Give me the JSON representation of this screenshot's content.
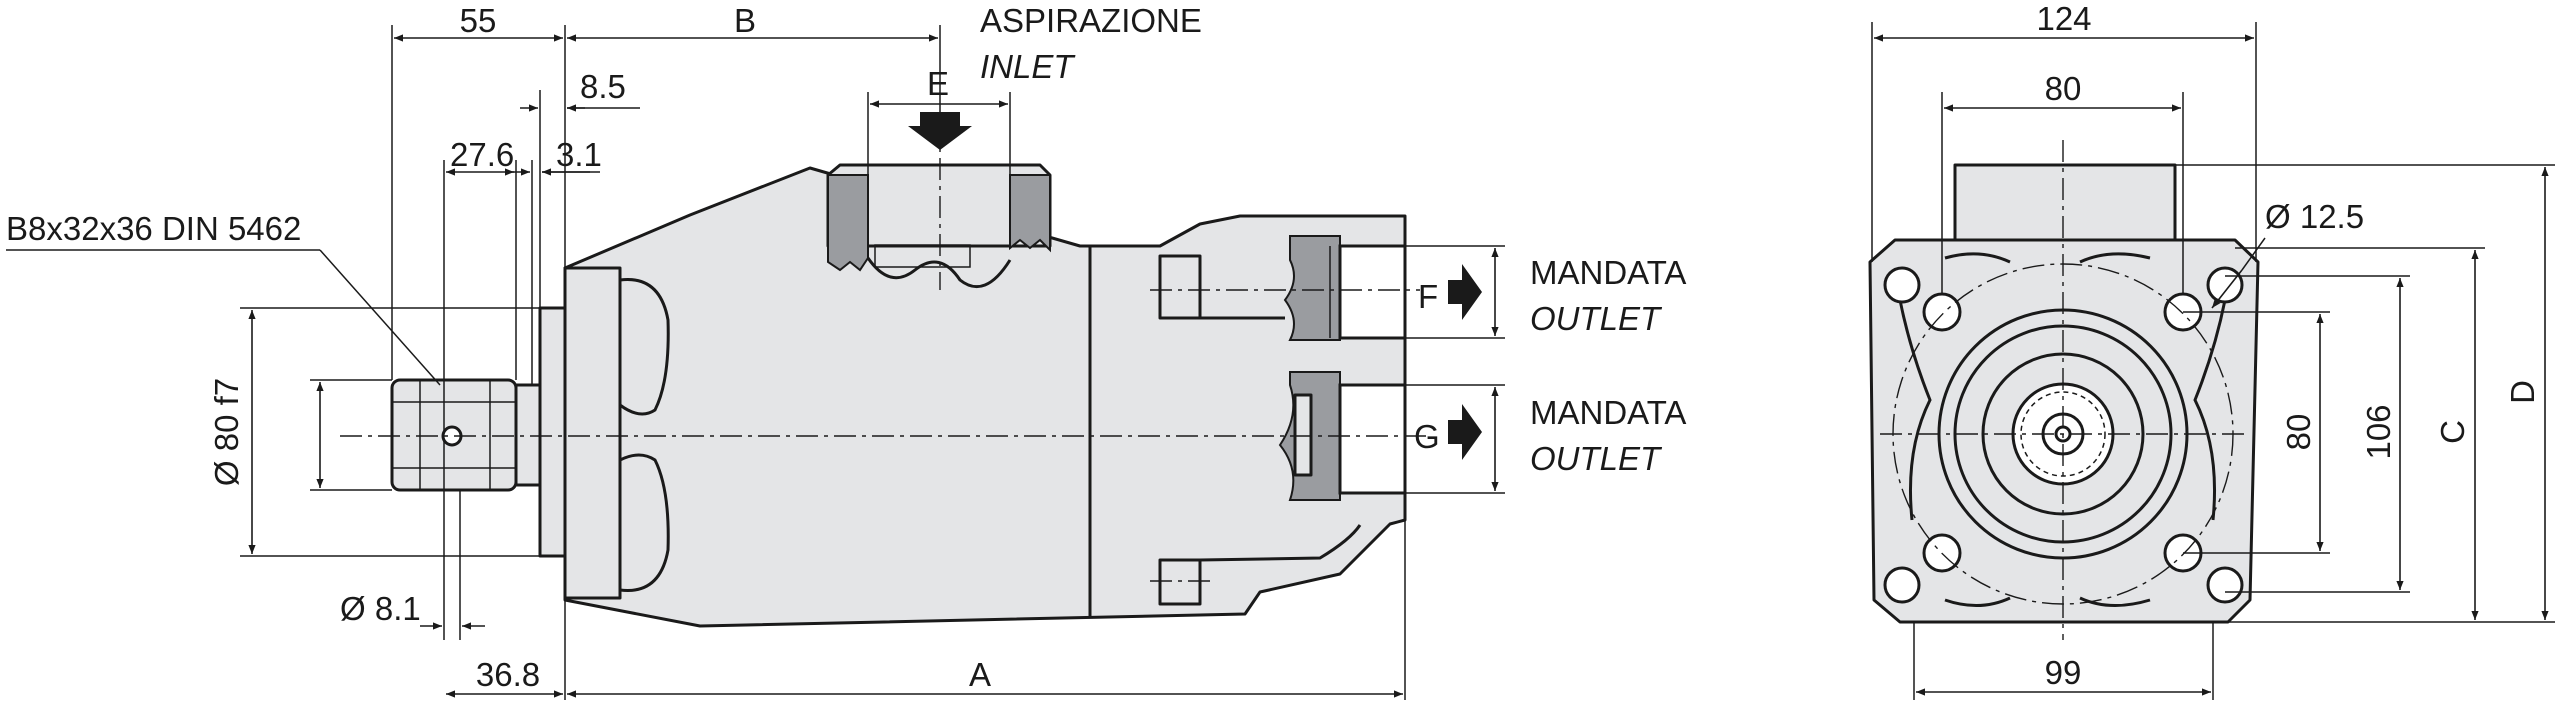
{
  "side_view": {
    "dims": {
      "d55": "55",
      "dB": "B",
      "d8_5": "8.5",
      "d27_6": "27.6",
      "d3_1": "3.1",
      "dE": "E",
      "shaft_spec": "B8x32x36 DIN 5462",
      "pilot_dia": "Ø 80 f7",
      "hole_dia": "Ø 8.1",
      "d36_8": "36.8",
      "dA": "A"
    },
    "ports": {
      "inlet_it": "ASPIRAZIONE",
      "inlet_en": "INLET",
      "outlet1_it": "MANDATA",
      "outlet1_en": "OUTLET",
      "outlet1_letter": "F",
      "outlet2_it": "MANDATA",
      "outlet2_en": "OUTLET",
      "outlet2_letter": "G"
    }
  },
  "front_view": {
    "dims": {
      "d124": "124",
      "d80_top": "80",
      "hole_dia": "Ø 12.5",
      "d80_side": "80",
      "d106": "106",
      "dC": "C",
      "dD": "D",
      "d99": "99"
    }
  }
}
